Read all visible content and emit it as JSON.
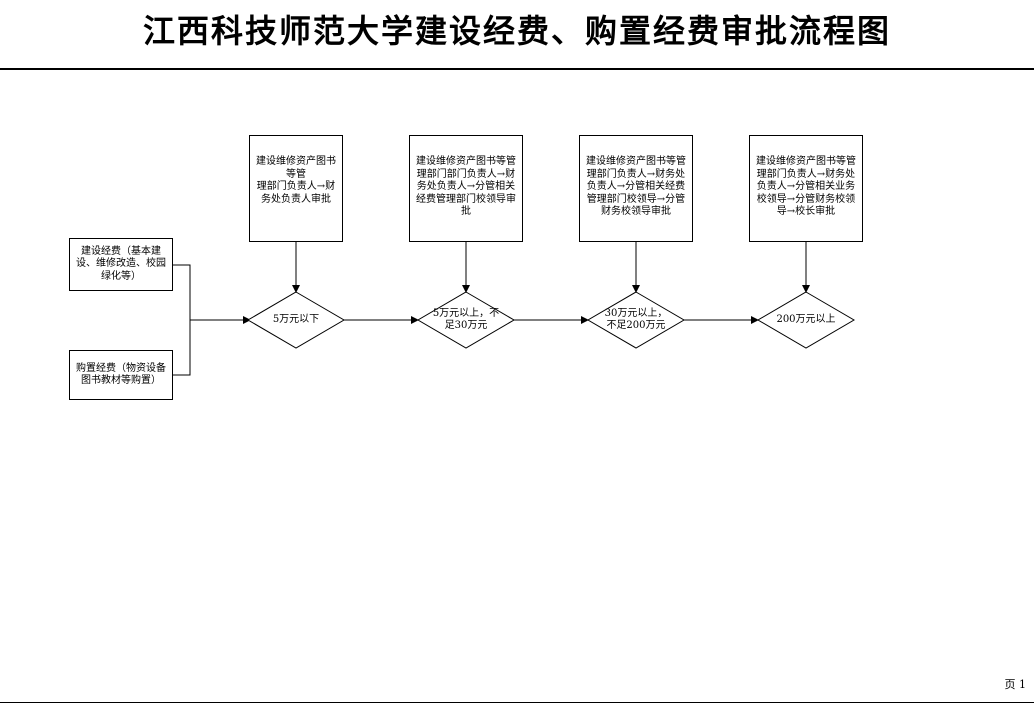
{
  "title": "江西科技师范大学建设经费、购置经费审批流程图",
  "page_label": "页  1",
  "funding_sources": [
    {
      "text": "建设经费（基本建设、维修改造、校园绿化等）"
    },
    {
      "text": "购置经费（物资设备图书教材等购置）"
    }
  ],
  "thresholds": [
    {
      "text": "5万元以下"
    },
    {
      "text": "5万元以上，不\n足30万元"
    },
    {
      "text": "30万元以上，\n不足200万元"
    },
    {
      "text": "200万元以上"
    }
  ],
  "approvals": [
    {
      "text": "建设维修资产图书\n等管\n理部门负责人→财\n务处负责人审批"
    },
    {
      "text": "建设维修资产图书等管理部门部门负责人→财务处负责人→分管相关经费管理部门校领导审批"
    },
    {
      "text": "建设维修资产图书等管理部门负责人→财务处负责人→分管相关经费管理部门校领导→分管财务校领导审批"
    },
    {
      "text": "建设维修资产图书等管理部门负责人→财务处负责人→分管相关业务校领导→分管财务校领导→校长审批"
    }
  ]
}
